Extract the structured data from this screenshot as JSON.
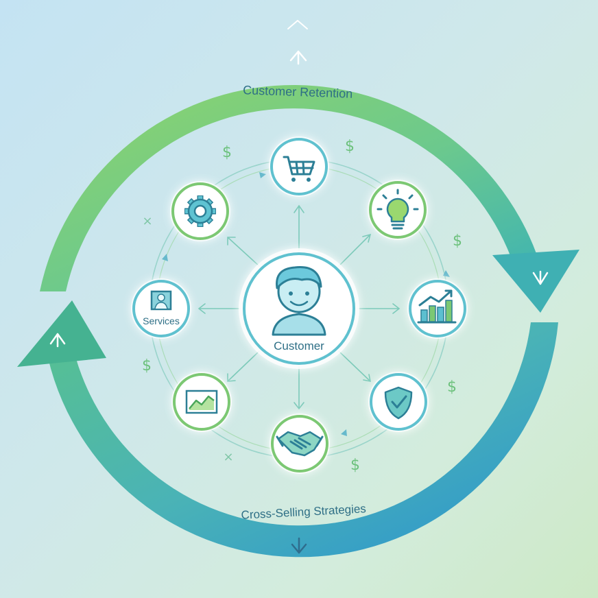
{
  "labels": {
    "top_loop": "Customer Retention",
    "bottom_loop": "Cross-Selling Strategies",
    "center": "Customer",
    "services": "Services"
  },
  "nodes": [
    {
      "name": "shopping-cart",
      "icon": "shopping-cart-icon"
    },
    {
      "name": "lightbulb",
      "icon": "lightbulb-icon"
    },
    {
      "name": "growth-chart",
      "icon": "bar-chart-icon"
    },
    {
      "name": "shield",
      "icon": "shield-check-icon"
    },
    {
      "name": "handshake",
      "icon": "handshake-icon"
    },
    {
      "name": "line-chart",
      "icon": "line-chart-icon"
    },
    {
      "name": "services",
      "icon": "person-card-icon"
    },
    {
      "name": "settings",
      "icon": "gear-icon"
    }
  ],
  "decorations": {
    "dollar": "$",
    "cross": "×"
  },
  "colors": {
    "teal": "#2c7f96",
    "ring_blue": "#5fc1cf",
    "ring_green": "#7cc873",
    "loop_green": "#86cf6f",
    "loop_blue": "#2f97cf"
  }
}
